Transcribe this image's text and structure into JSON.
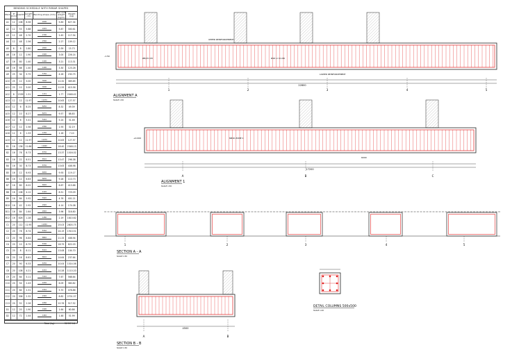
{
  "schedule": {
    "title": "BENDING SCHEDULE WITH REBAR SHAPES",
    "headers": [
      "Mark",
      "Ø (mm)",
      "Quantity",
      "Length (m)",
      "Bending shape (mm)",
      "Bar unit weight (kg/m)",
      "Weight (kg)"
    ],
    "rows": [
      [
        "A1",
        "12",
        "108",
        "6.56",
        "2000",
        "5.83",
        "627.34"
      ],
      [
        "A2",
        "12",
        "53",
        "5.88",
        "1970",
        "5.87",
        "300.61"
      ],
      [
        "A3",
        "12",
        "48",
        "2.70",
        "2700",
        "2.45",
        "117.54"
      ],
      [
        "A4",
        "12",
        "48",
        "2.56",
        "2560",
        "2.27",
        "109.12"
      ],
      [
        "A5",
        "8",
        "8",
        "2.80",
        "2800",
        "0.39",
        "15.73"
      ],
      [
        "A6",
        "16",
        "12",
        "1.90",
        "1900",
        "3.00",
        "226.14"
      ],
      [
        "A7",
        "16",
        "80",
        "1.40",
        "1400",
        "3.21",
        "113.31"
      ],
      [
        "A8",
        "16",
        "88",
        "1.40",
        "1400",
        "3.30",
        "123.26"
      ],
      [
        "A9",
        "25",
        "34",
        "5.75",
        "5750",
        "4.26",
        "230.75"
      ],
      [
        "A10",
        "25",
        "12",
        "3.00",
        "3000",
        "12.32",
        "369.85"
      ],
      [
        "A11",
        "25",
        "10",
        "3.00",
        "3000",
        "11.59",
        "415.56"
      ],
      [
        "A12",
        "8",
        "2339",
        "1.31",
        "1131",
        "1.77",
        "2048.42"
      ],
      [
        "A13",
        "12",
        "12",
        "11.97",
        "11970",
        "10.63",
        "127.57"
      ],
      [
        "A14",
        "12",
        "6",
        "8.25",
        "8250",
        "8.32",
        "49.39"
      ],
      [
        "A15",
        "12",
        "10",
        "8.27",
        "8270",
        "9.57",
        "88.83"
      ],
      [
        "A16",
        "12",
        "6",
        "5.41",
        "5410",
        "5.24",
        "31.46"
      ],
      [
        "A17",
        "12",
        "12",
        "2.58",
        "2580",
        "1.93",
        "32.19"
      ],
      [
        "A18",
        "12",
        "6",
        "1.33",
        "1330",
        "1.18",
        "7.10"
      ],
      [
        "A19",
        "12",
        "12",
        "11.97",
        "11970",
        "10.63",
        "127.57"
      ],
      [
        "B1",
        "16",
        "136",
        "11.66",
        "11660",
        "18.40",
        "2348.13"
      ],
      [
        "B2",
        "16",
        "76",
        "8.73",
        "8730",
        "13.37",
        "1016.02"
      ],
      [
        "B3",
        "16",
        "22",
        "8.51",
        "8510",
        "13.47",
        "296.38"
      ],
      [
        "B4",
        "16",
        "30",
        "8.73",
        "8730",
        "13.63",
        "408.98"
      ],
      [
        "B5",
        "16",
        "12",
        "6.93",
        "6930",
        "9.93",
        "119.17"
      ],
      [
        "B6",
        "16",
        "12",
        "6.63",
        "6630",
        "9.28",
        "110.73"
      ],
      [
        "B7",
        "16",
        "80",
        "6.02",
        "6020",
        "6.67",
        "413.66"
      ],
      [
        "B8",
        "16",
        "108",
        "4.12",
        "4120",
        "8.51",
        "729.09"
      ],
      [
        "B9",
        "16",
        "84",
        "5.92",
        "5920",
        "4.76",
        "401.21"
      ],
      [
        "B10",
        "16",
        "42",
        "2.92",
        "2920",
        "4.14",
        "174.08"
      ],
      [
        "B11",
        "16",
        "84",
        "2.64",
        "2640",
        "3.96",
        "316.80"
      ],
      [
        "B12",
        "16",
        "826",
        "1.28",
        "1280",
        "2.19",
        "1810.62"
      ],
      [
        "C1",
        "20",
        "112",
        "11.95",
        "11950",
        "25.03",
        "2803.75"
      ],
      [
        "C2",
        "20",
        "78",
        "8.74",
        "8740",
        "24.19",
        "1910.51"
      ],
      [
        "C3",
        "20",
        "96",
        "8.84",
        "8840",
        "21.33",
        "408.94"
      ],
      [
        "C4",
        "20",
        "10",
        "8.79",
        "8790",
        "18.79",
        "822.03"
      ],
      [
        "C5",
        "20",
        "8",
        "8.11",
        "8110",
        "13.08",
        "104.70"
      ],
      [
        "C6",
        "20",
        "16",
        "8.61",
        "8610",
        "14.64",
        "237.64"
      ],
      [
        "C7",
        "20",
        "90",
        "6.33",
        "6330",
        "10.04",
        "1014.06"
      ],
      [
        "C8",
        "20",
        "108",
        "4.21",
        "4210",
        "10.28",
        "1110.20"
      ],
      [
        "C9",
        "20",
        "64",
        "3.11",
        "3110",
        "7.67",
        "568.64"
      ],
      [
        "C10",
        "20",
        "54",
        "2.43",
        "2430",
        "6.09",
        "360.82"
      ],
      [
        "C11",
        "20",
        "84",
        "2.31",
        "2310",
        "5.70",
        "478.86"
      ],
      [
        "C12",
        "20",
        "306",
        "2.32",
        "2320",
        "8.82",
        "2701.57"
      ],
      [
        "C13",
        "20",
        "52",
        "2.26",
        "2260",
        "10.76",
        "517.52"
      ],
      [
        "D1",
        "12",
        "20",
        "1.90",
        "1900",
        "1.64",
        "60.86"
      ],
      [
        "D2",
        "12",
        "72",
        "1.44",
        "1440",
        "1.48",
        "51.99"
      ]
    ],
    "total_label": "Total (kg)",
    "total_value": "31397.16"
  },
  "drawings": {
    "alignment_a": {
      "title": "ALIGNMENT A",
      "scale": "SCALE 1:50",
      "axes": [
        "1",
        "2",
        "3",
        "4",
        "5"
      ]
    },
    "alignment_1": {
      "title": "ALIGNMENT 1",
      "scale": "SCALE 1:50",
      "axes": [
        "A",
        "B",
        "C"
      ]
    },
    "section_aa": {
      "title": "SECTION A - A",
      "scale": "SCALE 1:50",
      "axes": [
        "1",
        "2",
        "3",
        "4",
        "5"
      ]
    },
    "section_bb": {
      "title": "SECTION B - B",
      "scale": "SCALE 1:50",
      "axes": [
        "A",
        "B"
      ]
    },
    "detail_columns": {
      "title": "DETAIL COLUMNS 500x500",
      "scale": "SCALE 1:20"
    }
  },
  "annotations": {
    "upper_reinf": "UPPER REINFORCEMENT",
    "lower_reinf": "LOWER REINFORCEMENT",
    "stirrups": "Ø8/15 CM",
    "bar_tag": "Ø16 L=11.66",
    "side_bars": "8Ø16 ZONE 1",
    "level_a": "-1.50",
    "level_b": "+0.000",
    "dim_total_a": "22800",
    "dim_total_1": "17200",
    "dim_span": "4500",
    "dim_span_b": "6000"
  },
  "colors": {
    "line": "#222222",
    "rebar": "#e02020",
    "hatch": "#777777"
  }
}
